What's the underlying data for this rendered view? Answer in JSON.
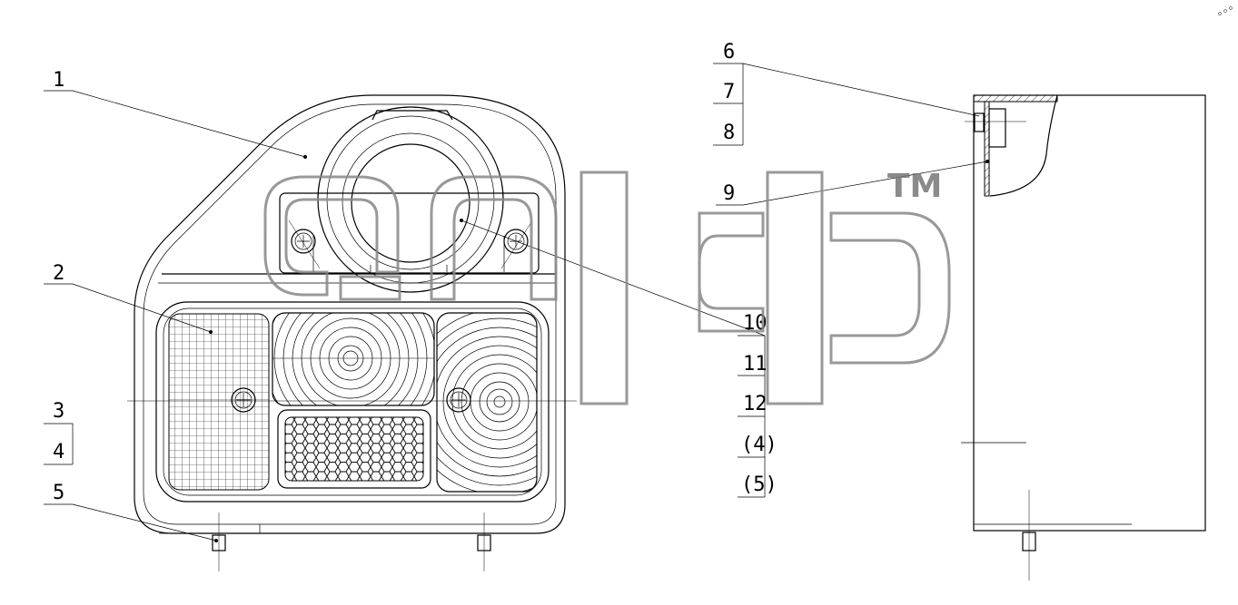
{
  "callouts": {
    "c1": "1",
    "c2": "2",
    "c3": "3",
    "c4": "4",
    "c5": "5",
    "c6": "6",
    "c7": "7",
    "c8": "8",
    "c9": "9",
    "c10": "10",
    "c11": "11",
    "c12": "12",
    "c4b": "(4)",
    "c5b": "(5)"
  },
  "watermark": {
    "tm": "TM"
  }
}
